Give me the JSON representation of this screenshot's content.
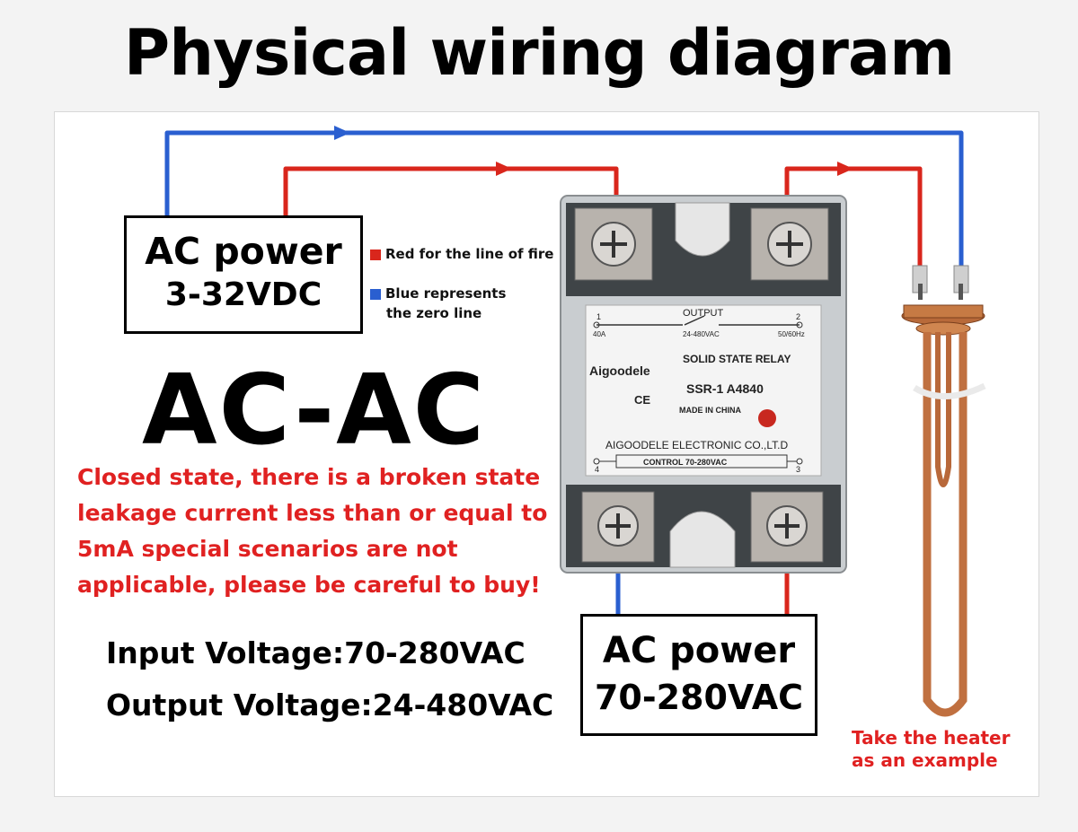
{
  "title": "Physical wiring diagram",
  "control_box": {
    "line1": "AC power",
    "line2": "3-32VDC"
  },
  "legend": {
    "red": "Red for the line of fire",
    "blue_line1": "Blue represents",
    "blue_line2": "the zero line"
  },
  "mode": "AC-AC",
  "warning": "Closed state, there is a broken state leakage current less than or equal to 5mA special scenarios are not applicable, please be careful to buy!",
  "specs": {
    "input": "Input Voltage:70-280VAC",
    "output": "Output Voltage:24-480VAC"
  },
  "load_box": {
    "line1": "AC power",
    "line2": "70-280VAC"
  },
  "relay": {
    "output_label": "OUTPUT",
    "term1": "1",
    "term2": "2",
    "term3": "3",
    "term4": "4",
    "current": "40A",
    "out_voltage": "24-480VAC",
    "frequency": "50/60Hz",
    "brand": "Aigoodele",
    "type": "SOLID STATE RELAY",
    "model": "SSR-1 A4840",
    "ce": "CE",
    "origin": "MADE IN CHINA",
    "company": "AIGOODELE ELECTRONIC CO.,LT.D",
    "control": "CONTROL 70-280VAC"
  },
  "heater_note": {
    "line1": "Take the heater",
    "line2": "as an example"
  },
  "colors": {
    "live": "#d9261c",
    "neutral": "#2a5fd0",
    "warning": "#e02121"
  }
}
